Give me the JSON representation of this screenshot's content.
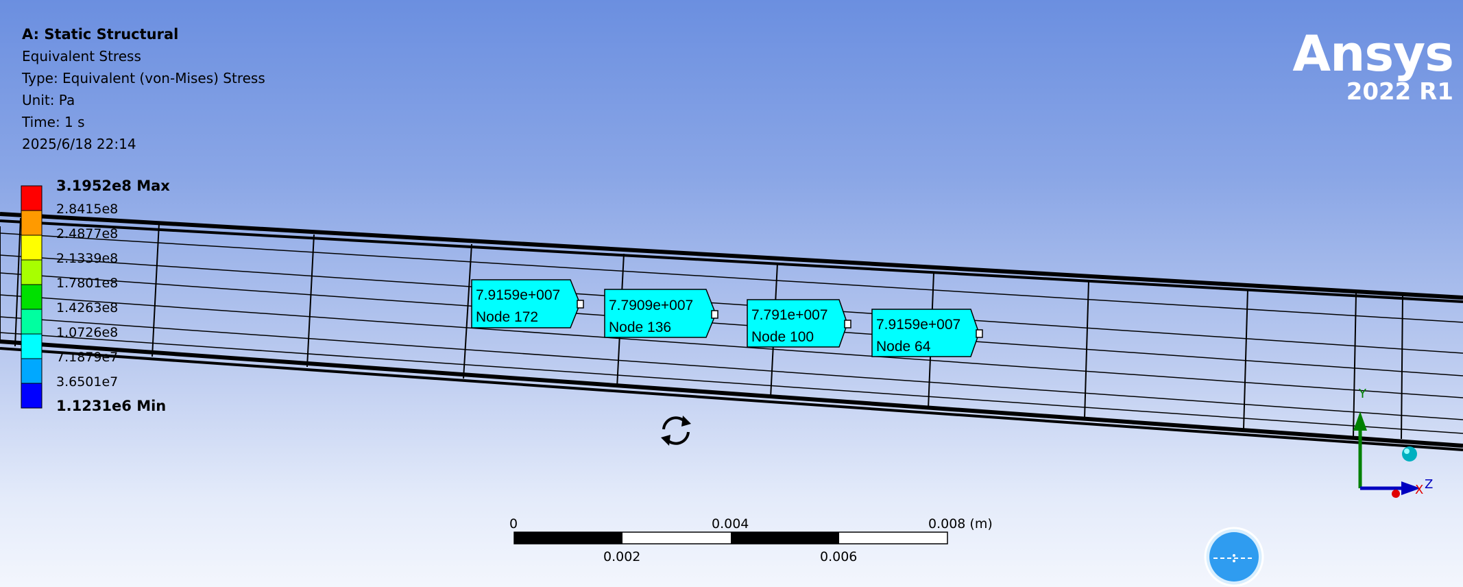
{
  "info": {
    "title": "A: Static Structural",
    "result": "Equivalent Stress",
    "type": "Type: Equivalent (von-Mises) Stress",
    "unit": "Unit: Pa",
    "time": "Time: 1 s",
    "datetime": "2025/6/18 22:14"
  },
  "logo": {
    "brand": "Ansys",
    "version": "2022 R1"
  },
  "legend": {
    "max_label": "3.1952e8 Max",
    "min_label": "1.1231e6 Min",
    "levels": [
      "2.8415e8",
      "2.4877e8",
      "2.1339e8",
      "1.7801e8",
      "1.4263e8",
      "1.0726e8",
      "7.1879e7",
      "3.6501e7"
    ],
    "colors": [
      "#ff0000",
      "#ff9a00",
      "#ffff00",
      "#a8ff00",
      "#00e000",
      "#00ffa0",
      "#00ffff",
      "#00a8ff",
      "#0000ff"
    ]
  },
  "probes": [
    {
      "value": "7.9159e+007",
      "node": "Node 172"
    },
    {
      "value": "7.7909e+007",
      "node": "Node 136"
    },
    {
      "value": "7.791e+007",
      "node": "Node 100"
    },
    {
      "value": "7.9159e+007",
      "node": "Node 64"
    }
  ],
  "scale_bar": {
    "top_labels": [
      "0",
      "0.004",
      "0.008 (m)"
    ],
    "bottom_labels": [
      "0.002",
      "0.006"
    ]
  },
  "triad": {
    "y": "Y",
    "z": "Z",
    "x": "X"
  },
  "colors": {
    "probe_fill": "#00ffff",
    "triad_y": "#008000",
    "triad_z": "#0000c0",
    "triad_x": "#e00000",
    "triad_ball": "#00b0c0"
  },
  "icons": {
    "rotate": "rotate-icon",
    "view": "view-orientation-icon"
  }
}
